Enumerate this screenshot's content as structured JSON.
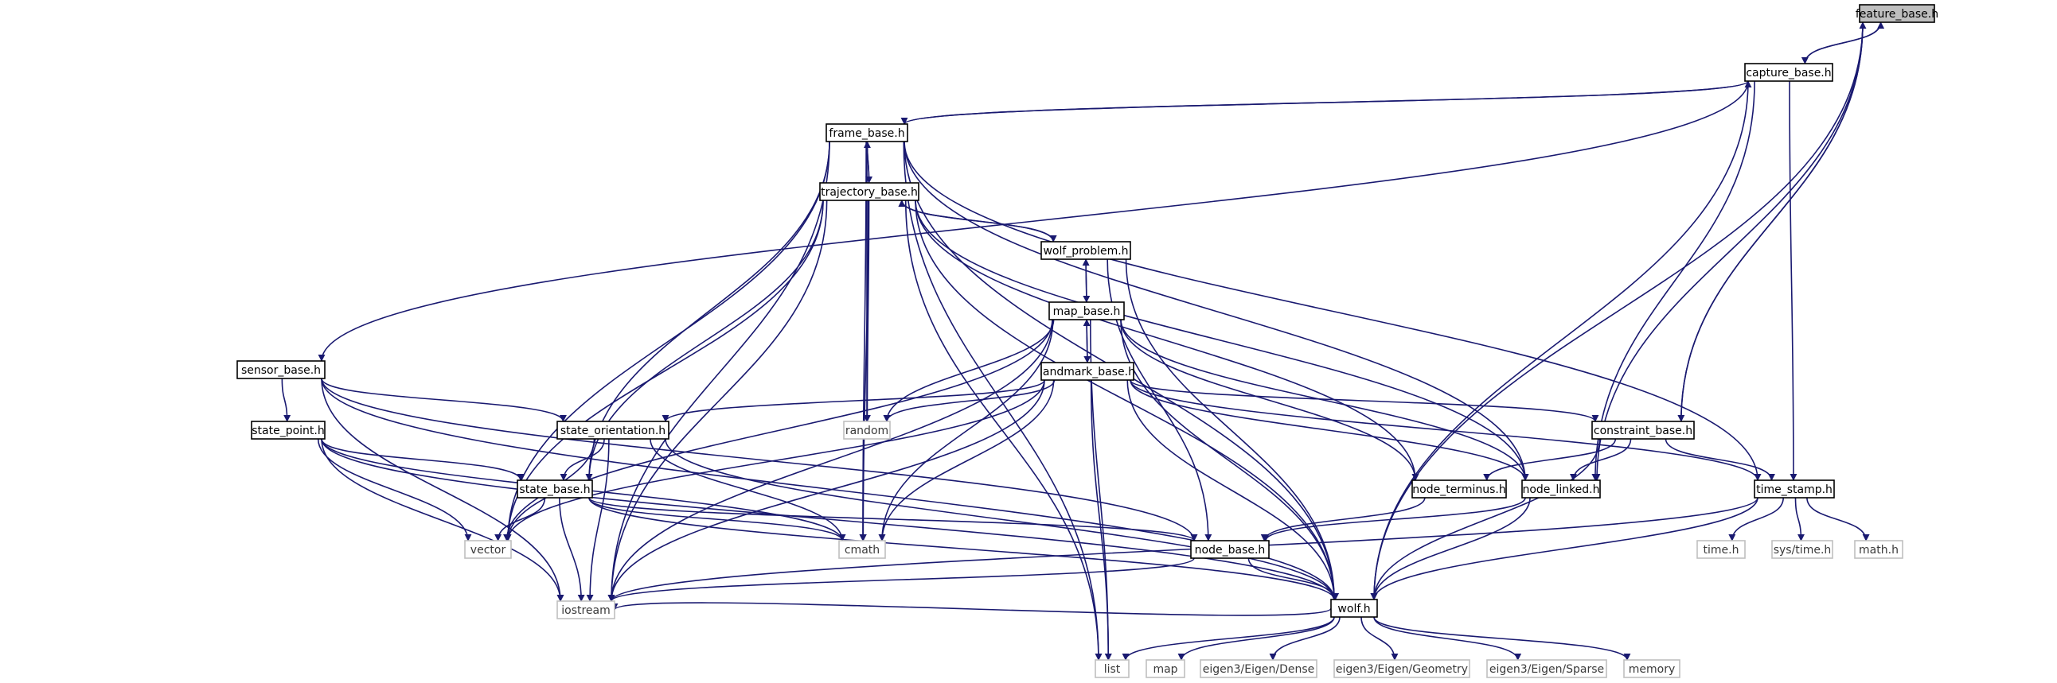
{
  "diagram": {
    "type": "include-dependency-graph",
    "colors": {
      "edge": "#191970",
      "node_border": "#000000",
      "external_border": "#bfbfbf",
      "focus_fill": "#bfbfbf",
      "background": "#ffffff"
    },
    "nodes": [
      {
        "id": "feature_base_h",
        "label": "feature_base.h",
        "kind": "focus"
      },
      {
        "id": "capture_base_h",
        "label": "capture_base.h",
        "kind": "header"
      },
      {
        "id": "frame_base_h",
        "label": "frame_base.h",
        "kind": "header"
      },
      {
        "id": "trajectory_base_h",
        "label": "trajectory_base.h",
        "kind": "header"
      },
      {
        "id": "wolf_problem_h",
        "label": "wolf_problem.h",
        "kind": "header"
      },
      {
        "id": "map_base_h",
        "label": "map_base.h",
        "kind": "header"
      },
      {
        "id": "landmark_base_h",
        "label": "landmark_base.h",
        "kind": "header"
      },
      {
        "id": "sensor_base_h",
        "label": "sensor_base.h",
        "kind": "header"
      },
      {
        "id": "state_point_h",
        "label": "state_point.h",
        "kind": "header"
      },
      {
        "id": "state_orientation_h",
        "label": "state_orientation.h",
        "kind": "header"
      },
      {
        "id": "state_base_h",
        "label": "state_base.h",
        "kind": "header"
      },
      {
        "id": "constraint_base_h",
        "label": "constraint_base.h",
        "kind": "header"
      },
      {
        "id": "node_terminus_h",
        "label": "node_terminus.h",
        "kind": "header"
      },
      {
        "id": "node_linked_h",
        "label": "node_linked.h",
        "kind": "header"
      },
      {
        "id": "time_stamp_h",
        "label": "time_stamp.h",
        "kind": "header"
      },
      {
        "id": "node_base_h",
        "label": "node_base.h",
        "kind": "header"
      },
      {
        "id": "wolf_h",
        "label": "wolf.h",
        "kind": "header"
      },
      {
        "id": "random",
        "label": "random",
        "kind": "external"
      },
      {
        "id": "vector",
        "label": "vector",
        "kind": "external"
      },
      {
        "id": "cmath",
        "label": "cmath",
        "kind": "external"
      },
      {
        "id": "iostream",
        "label": "iostream",
        "kind": "external"
      },
      {
        "id": "time_h",
        "label": "time.h",
        "kind": "external"
      },
      {
        "id": "sys_time_h",
        "label": "sys/time.h",
        "kind": "external"
      },
      {
        "id": "math_h",
        "label": "math.h",
        "kind": "external"
      },
      {
        "id": "list",
        "label": "list",
        "kind": "external"
      },
      {
        "id": "map",
        "label": "map",
        "kind": "external"
      },
      {
        "id": "eigen_dense",
        "label": "eigen3/Eigen/Dense",
        "kind": "external"
      },
      {
        "id": "eigen_geometry",
        "label": "eigen3/Eigen/Geometry",
        "kind": "external"
      },
      {
        "id": "eigen_sparse",
        "label": "eigen3/Eigen/Sparse",
        "kind": "external"
      },
      {
        "id": "memory",
        "label": "memory",
        "kind": "external"
      }
    ],
    "edges": [
      [
        "feature_base_h",
        "capture_base_h"
      ],
      [
        "feature_base_h",
        "constraint_base_h"
      ],
      [
        "feature_base_h",
        "node_linked_h"
      ],
      [
        "feature_base_h",
        "wolf_h"
      ],
      [
        "capture_base_h",
        "feature_base_h"
      ],
      [
        "capture_base_h",
        "frame_base_h"
      ],
      [
        "capture_base_h",
        "sensor_base_h"
      ],
      [
        "capture_base_h",
        "node_linked_h"
      ],
      [
        "capture_base_h",
        "time_stamp_h"
      ],
      [
        "capture_base_h",
        "wolf_h"
      ],
      [
        "frame_base_h",
        "capture_base_h"
      ],
      [
        "frame_base_h",
        "trajectory_base_h"
      ],
      [
        "frame_base_h",
        "state_base_h"
      ],
      [
        "frame_base_h",
        "time_stamp_h"
      ],
      [
        "frame_base_h",
        "node_linked_h"
      ],
      [
        "frame_base_h",
        "wolf_h"
      ],
      [
        "frame_base_h",
        "random"
      ],
      [
        "frame_base_h",
        "vector"
      ],
      [
        "frame_base_h",
        "cmath"
      ],
      [
        "frame_base_h",
        "iostream"
      ],
      [
        "frame_base_h",
        "list"
      ],
      [
        "trajectory_base_h",
        "frame_base_h"
      ],
      [
        "trajectory_base_h",
        "wolf_problem_h"
      ],
      [
        "trajectory_base_h",
        "state_base_h"
      ],
      [
        "trajectory_base_h",
        "node_linked_h"
      ],
      [
        "trajectory_base_h",
        "node_terminus_h"
      ],
      [
        "trajectory_base_h",
        "wolf_h"
      ],
      [
        "trajectory_base_h",
        "random"
      ],
      [
        "trajectory_base_h",
        "vector"
      ],
      [
        "trajectory_base_h",
        "cmath"
      ],
      [
        "trajectory_base_h",
        "iostream"
      ],
      [
        "trajectory_base_h",
        "list"
      ],
      [
        "wolf_problem_h",
        "trajectory_base_h"
      ],
      [
        "wolf_problem_h",
        "map_base_h"
      ],
      [
        "wolf_problem_h",
        "node_base_h"
      ],
      [
        "wolf_problem_h",
        "wolf_h"
      ],
      [
        "map_base_h",
        "wolf_problem_h"
      ],
      [
        "map_base_h",
        "landmark_base_h"
      ],
      [
        "map_base_h",
        "node_linked_h"
      ],
      [
        "map_base_h",
        "node_terminus_h"
      ],
      [
        "map_base_h",
        "wolf_h"
      ],
      [
        "map_base_h",
        "random"
      ],
      [
        "map_base_h",
        "vector"
      ],
      [
        "map_base_h",
        "cmath"
      ],
      [
        "map_base_h",
        "iostream"
      ],
      [
        "map_base_h",
        "list"
      ],
      [
        "landmark_base_h",
        "map_base_h"
      ],
      [
        "landmark_base_h",
        "state_orientation_h"
      ],
      [
        "landmark_base_h",
        "constraint_base_h"
      ],
      [
        "landmark_base_h",
        "time_stamp_h"
      ],
      [
        "landmark_base_h",
        "node_linked_h"
      ],
      [
        "landmark_base_h",
        "wolf_h"
      ],
      [
        "landmark_base_h",
        "random"
      ],
      [
        "landmark_base_h",
        "vector"
      ],
      [
        "landmark_base_h",
        "cmath"
      ],
      [
        "landmark_base_h",
        "iostream"
      ],
      [
        "landmark_base_h",
        "list"
      ],
      [
        "sensor_base_h",
        "state_point_h"
      ],
      [
        "sensor_base_h",
        "state_orientation_h"
      ],
      [
        "sensor_base_h",
        "node_base_h"
      ],
      [
        "sensor_base_h",
        "wolf_h"
      ],
      [
        "sensor_base_h",
        "iostream"
      ],
      [
        "state_point_h",
        "state_base_h"
      ],
      [
        "state_point_h",
        "wolf_h"
      ],
      [
        "state_point_h",
        "vector"
      ],
      [
        "state_point_h",
        "cmath"
      ],
      [
        "state_point_h",
        "iostream"
      ],
      [
        "state_orientation_h",
        "state_base_h"
      ],
      [
        "state_orientation_h",
        "wolf_h"
      ],
      [
        "state_orientation_h",
        "vector"
      ],
      [
        "state_orientation_h",
        "cmath"
      ],
      [
        "state_orientation_h",
        "iostream"
      ],
      [
        "state_base_h",
        "node_base_h"
      ],
      [
        "state_base_h",
        "wolf_h"
      ],
      [
        "state_base_h",
        "vector"
      ],
      [
        "state_base_h",
        "cmath"
      ],
      [
        "state_base_h",
        "iostream"
      ],
      [
        "constraint_base_h",
        "feature_base_h"
      ],
      [
        "constraint_base_h",
        "node_linked_h"
      ],
      [
        "constraint_base_h",
        "node_terminus_h"
      ],
      [
        "constraint_base_h",
        "time_stamp_h"
      ],
      [
        "constraint_base_h",
        "wolf_h"
      ],
      [
        "node_terminus_h",
        "node_base_h"
      ],
      [
        "node_linked_h",
        "node_base_h"
      ],
      [
        "node_linked_h",
        "wolf_h"
      ],
      [
        "time_stamp_h",
        "time_h"
      ],
      [
        "time_stamp_h",
        "sys_time_h"
      ],
      [
        "time_stamp_h",
        "math_h"
      ],
      [
        "time_stamp_h",
        "wolf_h"
      ],
      [
        "time_stamp_h",
        "iostream"
      ],
      [
        "node_base_h",
        "wolf_h"
      ],
      [
        "node_base_h",
        "iostream"
      ],
      [
        "wolf_h",
        "list"
      ],
      [
        "wolf_h",
        "map"
      ],
      [
        "wolf_h",
        "eigen_dense"
      ],
      [
        "wolf_h",
        "eigen_geometry"
      ],
      [
        "wolf_h",
        "eigen_sparse"
      ],
      [
        "wolf_h",
        "memory"
      ],
      [
        "wolf_h",
        "iostream"
      ]
    ]
  }
}
